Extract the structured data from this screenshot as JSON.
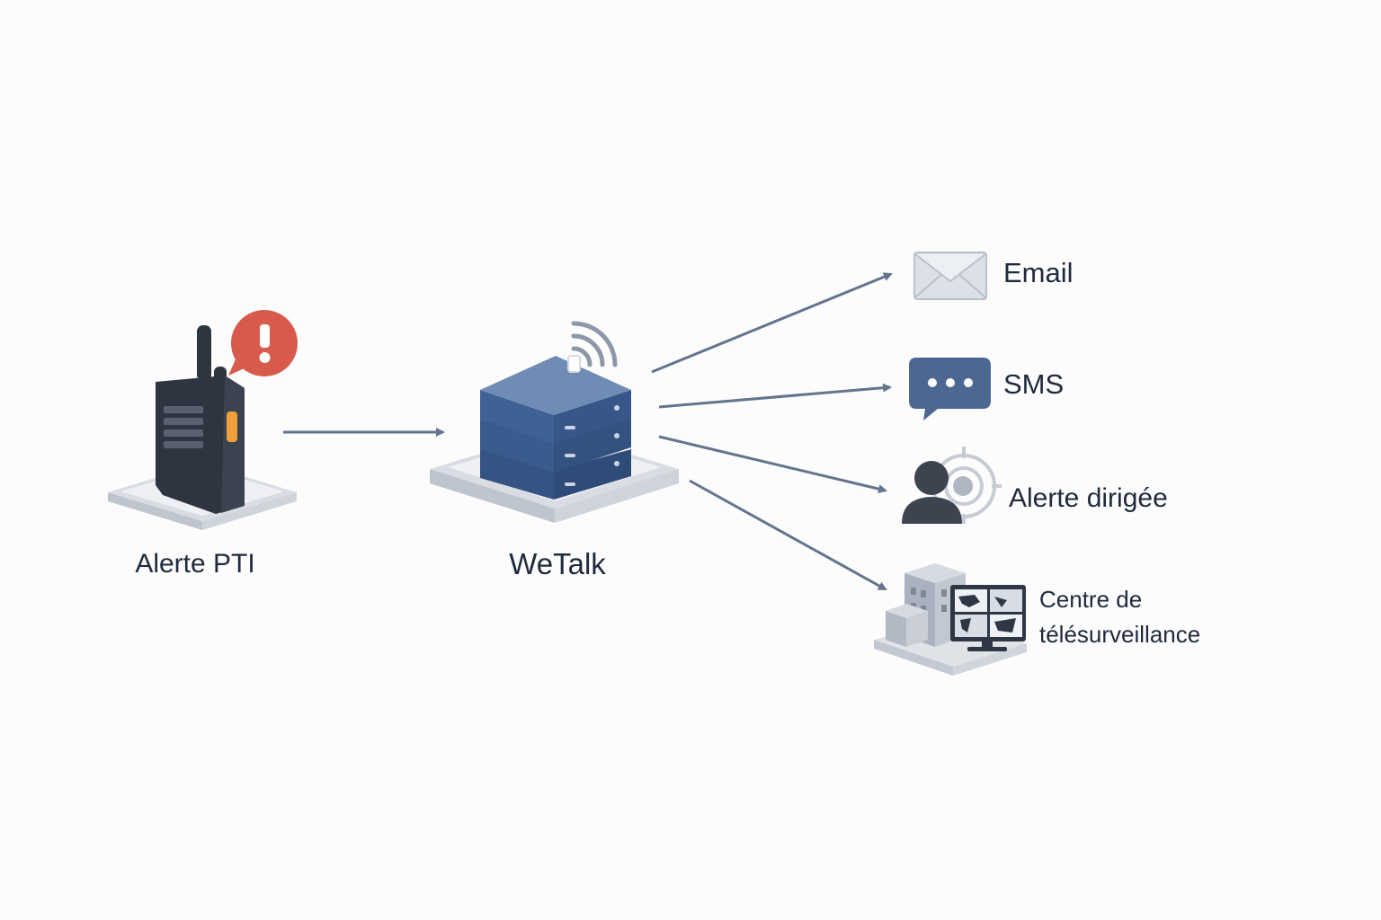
{
  "source": {
    "label": "Alerte PTI",
    "icon": "walkie-talkie-icon",
    "badge_icon": "exclamation-icon"
  },
  "hub": {
    "label": "WeTalk",
    "icon": "server-stack-icon",
    "signal_icon": "wireless-signal-icon"
  },
  "destinations": [
    {
      "label": "Email",
      "icon": "envelope-icon"
    },
    {
      "label": "SMS",
      "icon": "chat-bubble-icon"
    },
    {
      "label": "Alerte dirigée",
      "icon": "person-target-icon"
    },
    {
      "label_lines": [
        "Centre de",
        "télésurveillance"
      ],
      "icon": "monitoring-center-icon"
    }
  ],
  "colors": {
    "arrow": "#63748d",
    "server_blue": "#3f6196",
    "alert_red": "#d85a4c",
    "radio_dark": "#2f3540",
    "radio_orange": "#f0a03a"
  }
}
